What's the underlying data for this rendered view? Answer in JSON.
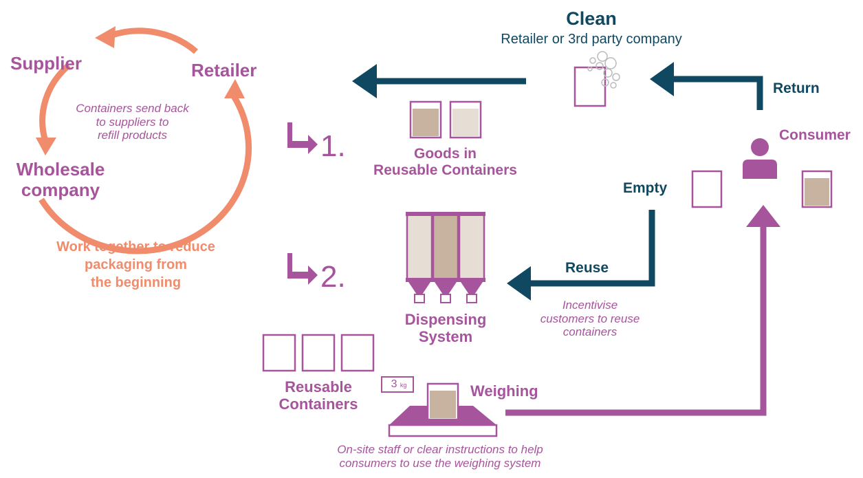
{
  "colors": {
    "purple": "#a6549b",
    "navy": "#0f4860",
    "coral": "#f08b6c",
    "fill_tan": "#c8b3a0",
    "fill_light": "#e6ddd5"
  },
  "cycle": {
    "supplier": "Supplier",
    "retailer": "Retailer",
    "wholesale_line1": "Wholesale",
    "wholesale_line2": "company",
    "note_line1": "Containers send back",
    "note_line2": "to suppliers to",
    "note_line3": "refill products",
    "tagline_line1": "Work together to reduce",
    "tagline_line2": "packaging from",
    "tagline_line3": "the beginning"
  },
  "clean": {
    "title": "Clean",
    "subtitle": "Retailer or 3rd party company"
  },
  "return_label": "Return",
  "consumer_label": "Consumer",
  "empty_label": "Empty",
  "reuse": {
    "title": "Reuse",
    "note_line1": "Incentivise",
    "note_line2": "customers to reuse",
    "note_line3": "containers"
  },
  "step1": {
    "number": "1.",
    "line1": "Goods in",
    "line2": "Reusable Containers"
  },
  "step2": {
    "number": "2.",
    "line1": "Dispensing",
    "line2": "System"
  },
  "reusable": {
    "line1": "Reusable",
    "line2": "Containers"
  },
  "weighing": {
    "title": "Weighing",
    "scale_value": "3",
    "scale_unit": "kg",
    "note_line1": "On-site staff or clear instructions to help",
    "note_line2": "consumers to use the weighing system"
  },
  "icons": [
    "cycle-arrows-icon",
    "arrow-icon",
    "bubbles-icon",
    "container-icon",
    "person-icon",
    "dispenser-icon",
    "scale-icon",
    "turn-down-arrow-icon"
  ]
}
